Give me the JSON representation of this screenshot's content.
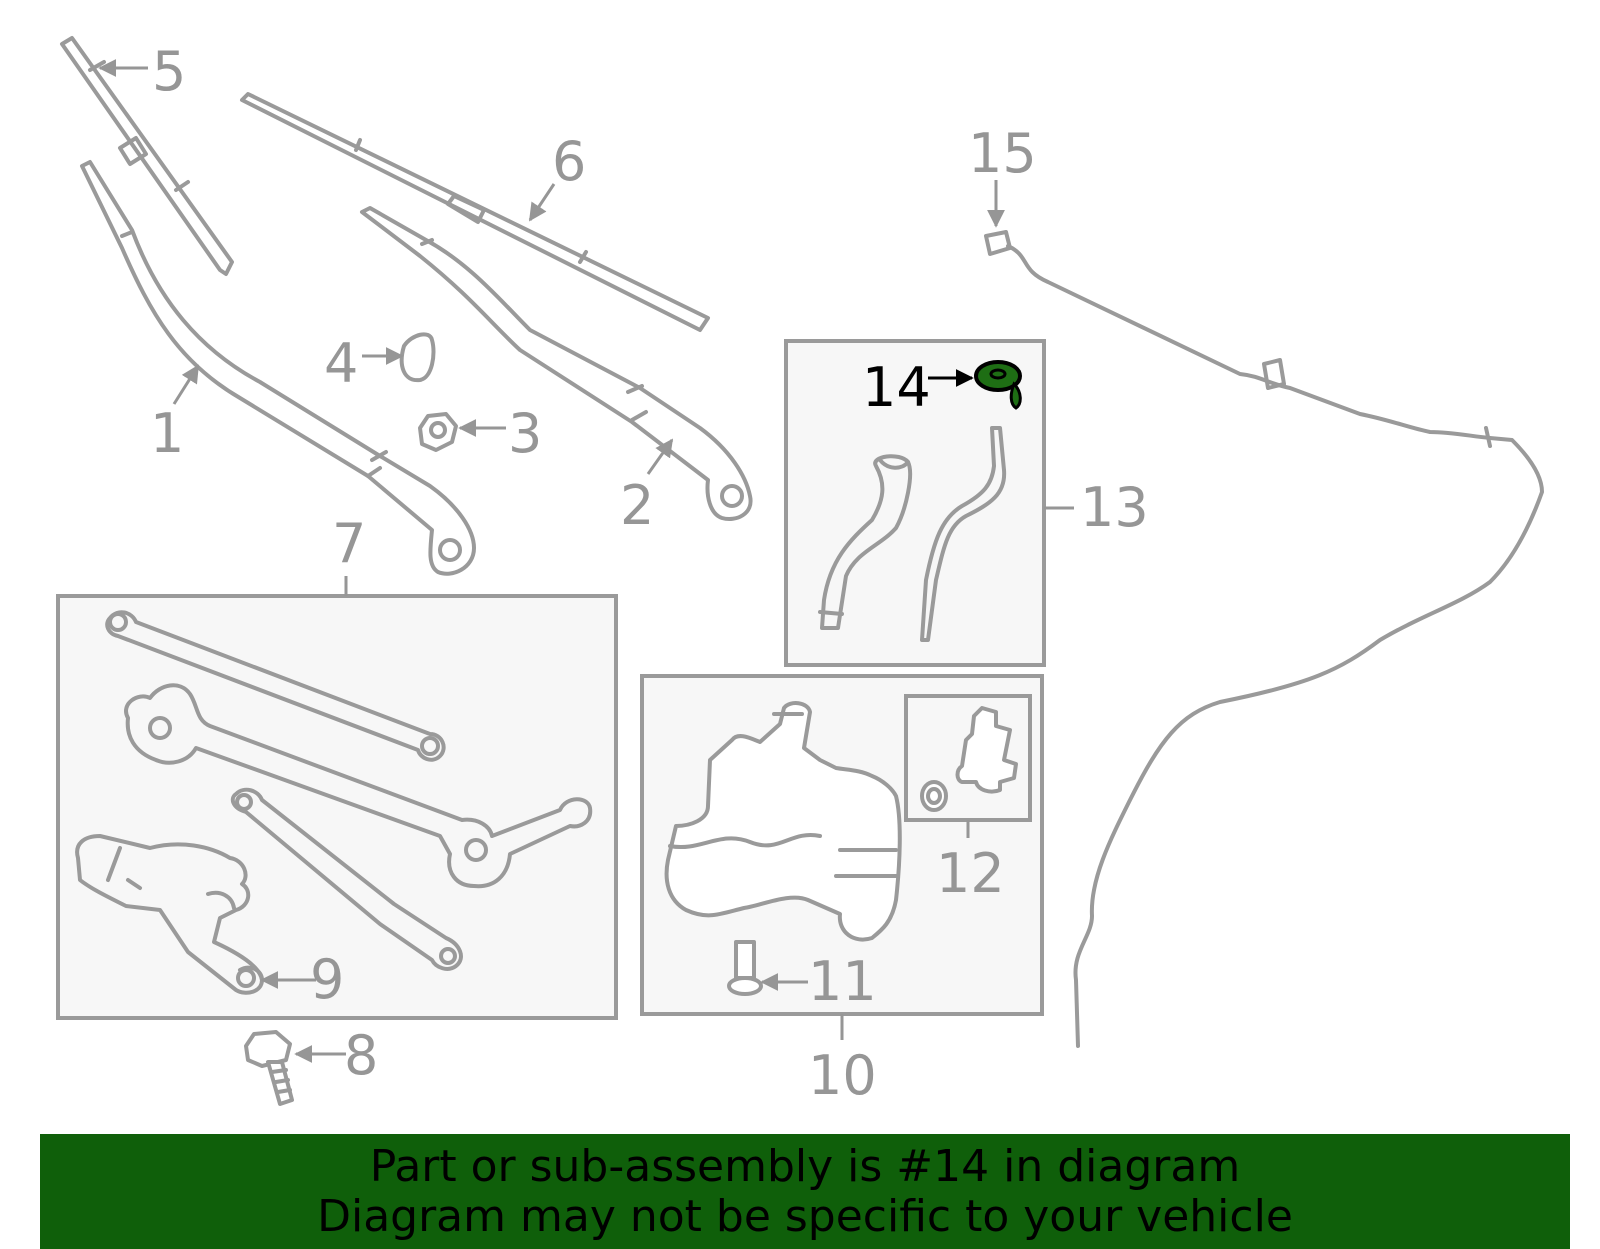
{
  "diagram": {
    "callouts": {
      "c1": "1",
      "c2": "2",
      "c3": "3",
      "c4": "4",
      "c5": "5",
      "c6": "6",
      "c7": "7",
      "c8": "8",
      "c9": "9",
      "c10": "10",
      "c11": "11",
      "c12": "12",
      "c13": "13",
      "c14": "14",
      "c15": "15"
    },
    "highlight_part": "14",
    "colors": {
      "line": "#9a9a9a",
      "label": "#969696",
      "highlight_fill": "#1e6e14",
      "banner_bg": "#0f5f0a"
    }
  },
  "banner": {
    "line1": "Part or sub-assembly is #14 in diagram",
    "line2": "Diagram may not be specific to your vehicle"
  }
}
